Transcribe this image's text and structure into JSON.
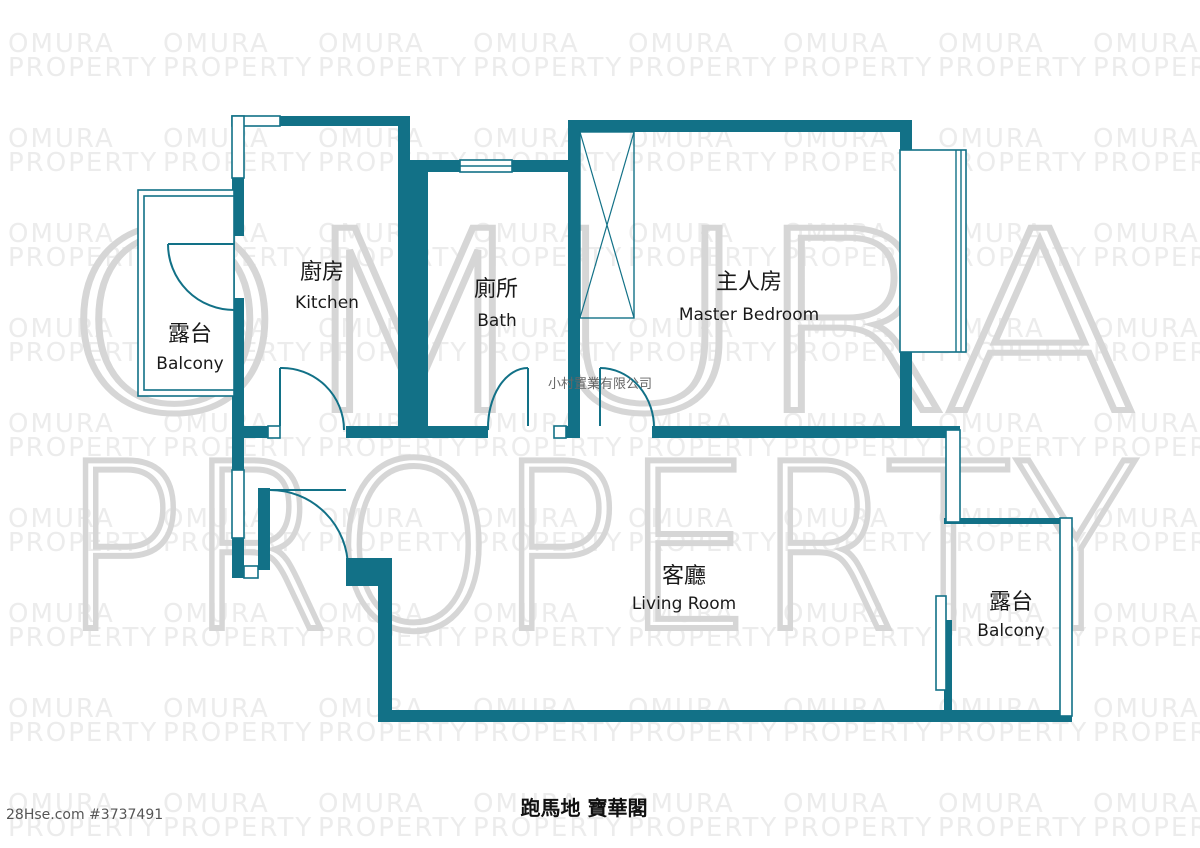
{
  "watermark": {
    "line1": "OMURA",
    "line2": "PROPERTY",
    "big_line1": "OMURA",
    "big_line2": "PROPERTY"
  },
  "rooms": {
    "kitchen": {
      "zh": "廚房",
      "en": "Kitchen"
    },
    "bath": {
      "zh": "廁所",
      "en": "Bath"
    },
    "master_bedroom": {
      "zh": "主人房",
      "en": "Master Bedroom"
    },
    "balcony_left": {
      "zh": "露台",
      "en": "Balcony"
    },
    "living_room": {
      "zh": "客廳",
      "en": "Living Room"
    },
    "balcony_right": {
      "zh": "露台",
      "en": "Balcony"
    }
  },
  "company_name": "小村置業有限公司",
  "building_title": "跑馬地 寶華閣",
  "listing_id": "28Hse.com #3737491",
  "colors": {
    "wall": "#127187",
    "watermark": "#d6d6d6"
  }
}
